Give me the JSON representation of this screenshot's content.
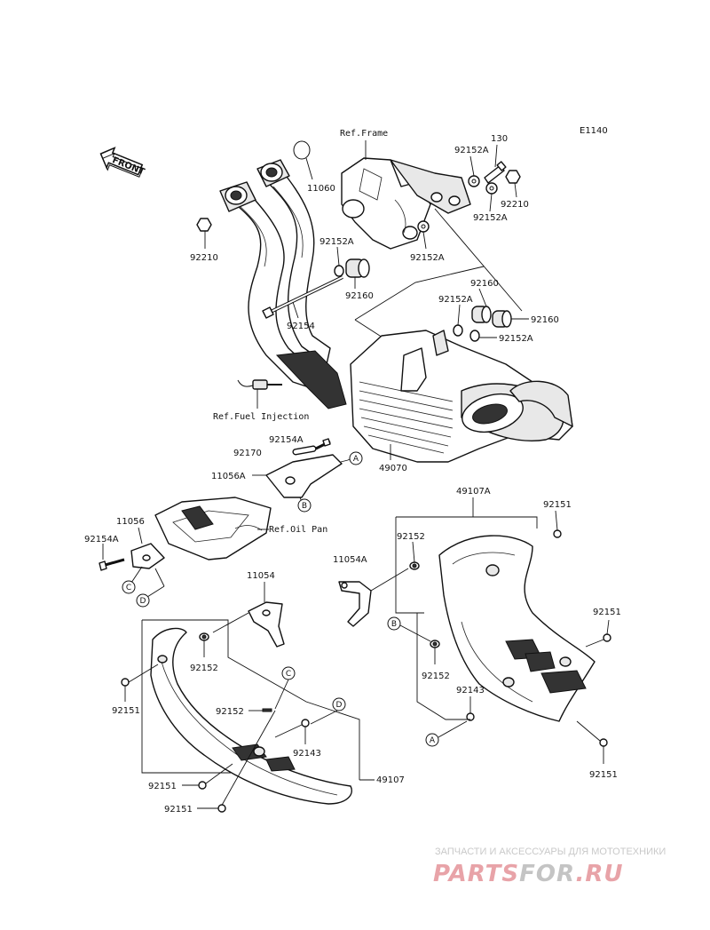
{
  "diagram_code": "E1140",
  "front_label": "FRONT",
  "refs": {
    "frame": "Ref.Frame",
    "fuel_injection": "Ref.Fuel Injection",
    "oil_pan": "Ref.Oil Pan"
  },
  "parts": {
    "p11060": "11060",
    "p92210_left": "92210",
    "p130": "130",
    "p92152A_top": "92152A",
    "p92210_right": "92210",
    "p92152A_right": "92152A",
    "p92152A_mid": "92152A",
    "p92152A_frame": "92152A",
    "p92160_left": "92160",
    "p92154": "92154",
    "p92152A_muffler": "92152A",
    "p92160_top": "92160",
    "p92160_right": "92160",
    "p92152A_bottom": "92152A",
    "p49070": "49070",
    "p92154A_top": "92154A",
    "p92170": "92170",
    "p11056A": "11056A",
    "p11056": "11056",
    "p92154A_left": "92154A",
    "p49107A": "49107A",
    "p92151_top": "92151",
    "p92152_cover": "92152",
    "p11054A": "11054A",
    "p92151_right": "92151",
    "p92152_mid": "92152",
    "p92143_right": "92143",
    "p92151_bottom": "92151",
    "p11054": "11054",
    "p92152_left": "92152",
    "p92151_left": "92151",
    "p92152_small": "92152",
    "p92143_left": "92143",
    "p49107": "49107",
    "p92151_lower1": "92151",
    "p92151_lower2": "92151"
  },
  "callouts": {
    "A": "A",
    "B": "B",
    "C": "C",
    "D": "D"
  },
  "watermark": {
    "tagline": "ЗАПЧАСТИ И АКСЕССУАРЫ ДЛЯ МОТОТЕХНИКИ",
    "brand_a": "PARTS",
    "brand_b": "FOR",
    "brand_c": ".RU",
    "color_red": "#e8a3a8",
    "color_gray": "#c4c4c4"
  }
}
